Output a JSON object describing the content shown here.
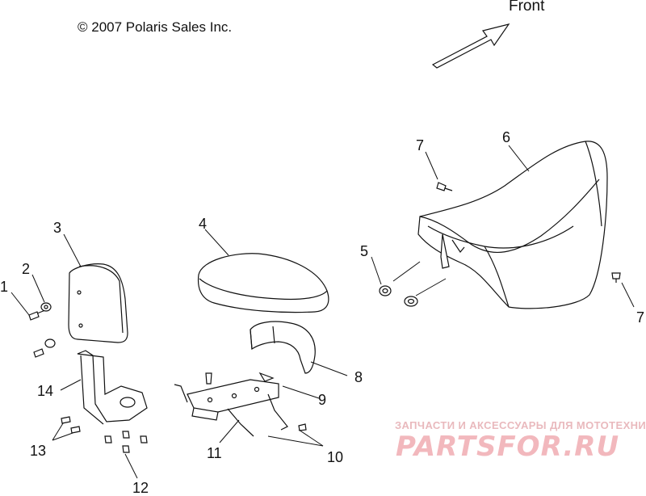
{
  "copyright": "© 2007 Polaris Sales Inc.",
  "direction": {
    "label": "Front",
    "icon": "arrow-icon"
  },
  "callouts": [
    {
      "id": "1",
      "text": "1"
    },
    {
      "id": "2",
      "text": "2"
    },
    {
      "id": "3",
      "text": "3"
    },
    {
      "id": "4",
      "text": "4"
    },
    {
      "id": "5",
      "text": "5"
    },
    {
      "id": "6",
      "text": "6"
    },
    {
      "id": "7a",
      "text": "7"
    },
    {
      "id": "7b",
      "text": "7"
    },
    {
      "id": "8",
      "text": "8"
    },
    {
      "id": "9",
      "text": "9"
    },
    {
      "id": "10",
      "text": "10"
    },
    {
      "id": "11",
      "text": "11"
    },
    {
      "id": "12",
      "text": "12"
    },
    {
      "id": "13",
      "text": "13"
    },
    {
      "id": "14",
      "text": "14"
    }
  ],
  "watermark": {
    "tagline": "ЗАПЧАСТИ И АКСЕССУАРЫ ДЛЯ МОТОТЕХНИКИ",
    "logo_text": "PARTSFOR.RU",
    "color": "#f2b8bd"
  }
}
